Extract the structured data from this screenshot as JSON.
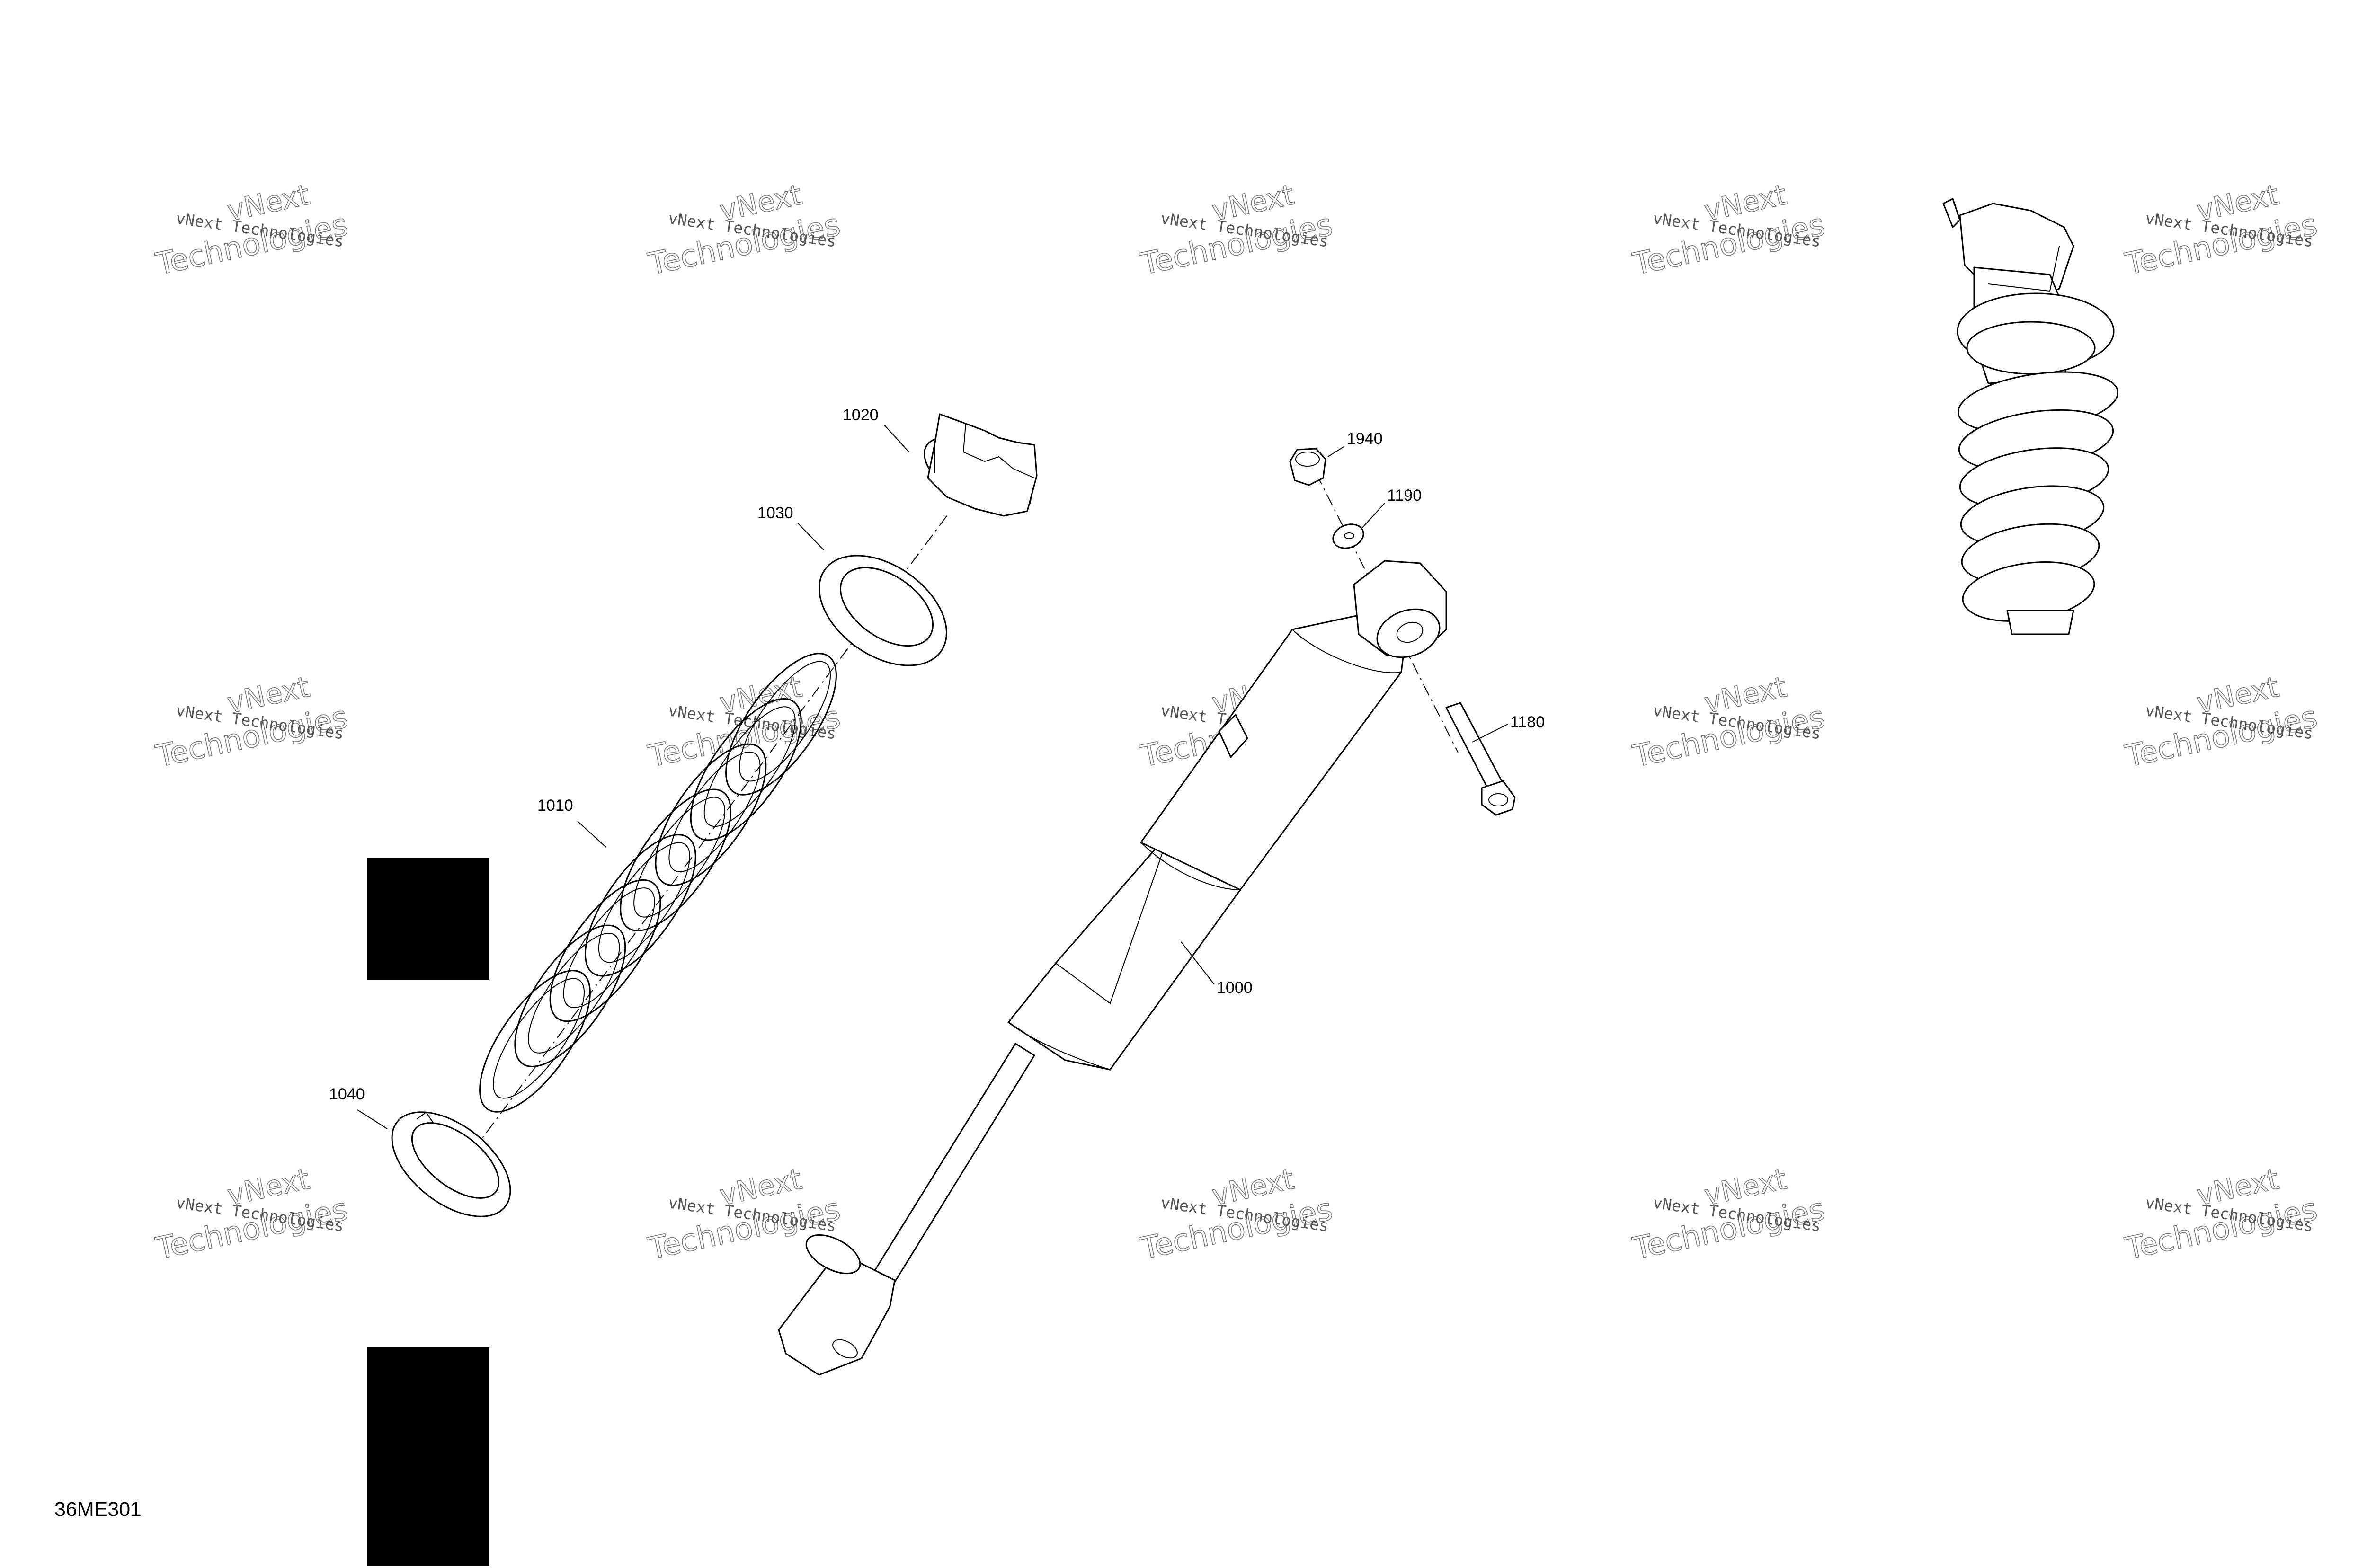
{
  "diagram": {
    "document_id": "36ME301",
    "callouts": [
      {
        "id": "c1020",
        "label": "1020"
      },
      {
        "id": "c1030",
        "label": "1030"
      },
      {
        "id": "c1010",
        "label": "1010"
      },
      {
        "id": "c1040",
        "label": "1040"
      },
      {
        "id": "c1000",
        "label": "1000"
      },
      {
        "id": "c1940",
        "label": "1940"
      },
      {
        "id": "c1190",
        "label": "1190"
      },
      {
        "id": "c1180",
        "label": "1180"
      }
    ],
    "watermark": {
      "line1": "vNext Technologies",
      "line2": "Technologies",
      "line0": "vNext"
    }
  }
}
